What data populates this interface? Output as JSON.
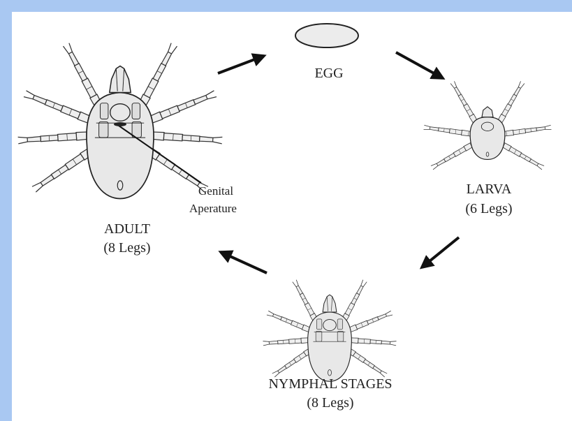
{
  "stages": {
    "egg": {
      "label": "EGG"
    },
    "larva": {
      "label": "LARVA",
      "legs": "(6 Legs)"
    },
    "nymph": {
      "label": "NYMPHAL STAGES",
      "legs": "(8 Legs)"
    },
    "adult": {
      "label": "ADULT",
      "legs": "(8 Legs)"
    }
  },
  "annotation": {
    "line1": "Genital",
    "line2": "Aperature"
  },
  "colors": {
    "frame": "#a9c8f2",
    "panel": "#ffffff",
    "ink": "#222222",
    "body_fill": "#e8e8e8"
  }
}
